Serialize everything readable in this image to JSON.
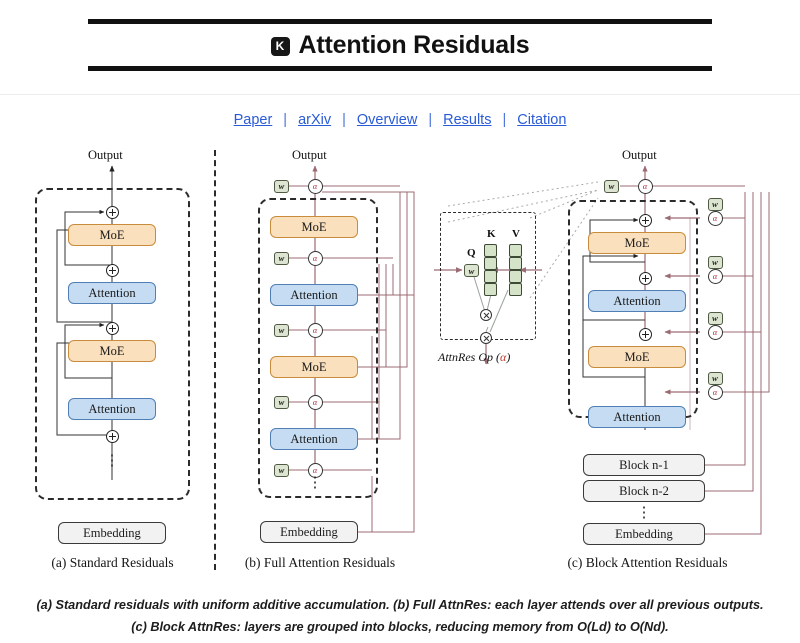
{
  "header": {
    "icon_label": "K",
    "icon_name": "kimi-logo-icon",
    "title": "Attention Residuals"
  },
  "nav": {
    "links": [
      {
        "label": "Paper"
      },
      {
        "label": "arXiv"
      },
      {
        "label": "Overview"
      },
      {
        "label": "Results"
      },
      {
        "label": "Citation"
      }
    ],
    "separator": "|"
  },
  "figure": {
    "panels": [
      {
        "id": "a",
        "caption": "(a) Standard Residuals",
        "output_label": "Output",
        "blocks": [
          "MoE",
          "Attention",
          "MoE",
          "Attention"
        ],
        "embedding_label": "Embedding",
        "dots": "⋮"
      },
      {
        "id": "b",
        "caption": "(b) Full Attention Residuals",
        "output_label": "Output",
        "blocks": [
          "MoE",
          "Attention",
          "MoE",
          "Attention"
        ],
        "embedding_label": "Embedding",
        "dots": "⋮",
        "weight_chip": "w",
        "alpha_label": "α"
      },
      {
        "id": "c",
        "caption": "(c) Block Attention Residuals",
        "output_label": "Output",
        "blocks": [
          "MoE",
          "Attention",
          "MoE",
          "Attention"
        ],
        "extra_blocks": [
          "Block n-1",
          "Block n-2"
        ],
        "embedding_label": "Embedding",
        "dots": "⋮",
        "weight_chip": "w",
        "alpha_label": "α"
      }
    ],
    "inset": {
      "caption_prefix": "AttnRes Op (",
      "caption_alpha": "α",
      "caption_suffix": ")",
      "q_label": "Q",
      "k_label": "K",
      "v_label": "V",
      "weight_chip": "w"
    }
  },
  "caption": "(a) Standard residuals with uniform additive accumulation. (b) Full AttnRes: each layer attends over all previous outputs. (c) Block AttnRes: layers are grouped into blocks, reducing memory from O(Ld) to O(Nd).",
  "colors": {
    "moe_fill": "#fbe0bd",
    "moe_border": "#c98c3c",
    "attn_fill": "#c5dcf2",
    "attn_border": "#4f7fb5",
    "emb_fill": "#f2f2f2",
    "chip_fill": "#dde4d2",
    "link": "#2a5bd7",
    "residual_line": "#9b6b73",
    "alpha_text": "#b03040"
  }
}
